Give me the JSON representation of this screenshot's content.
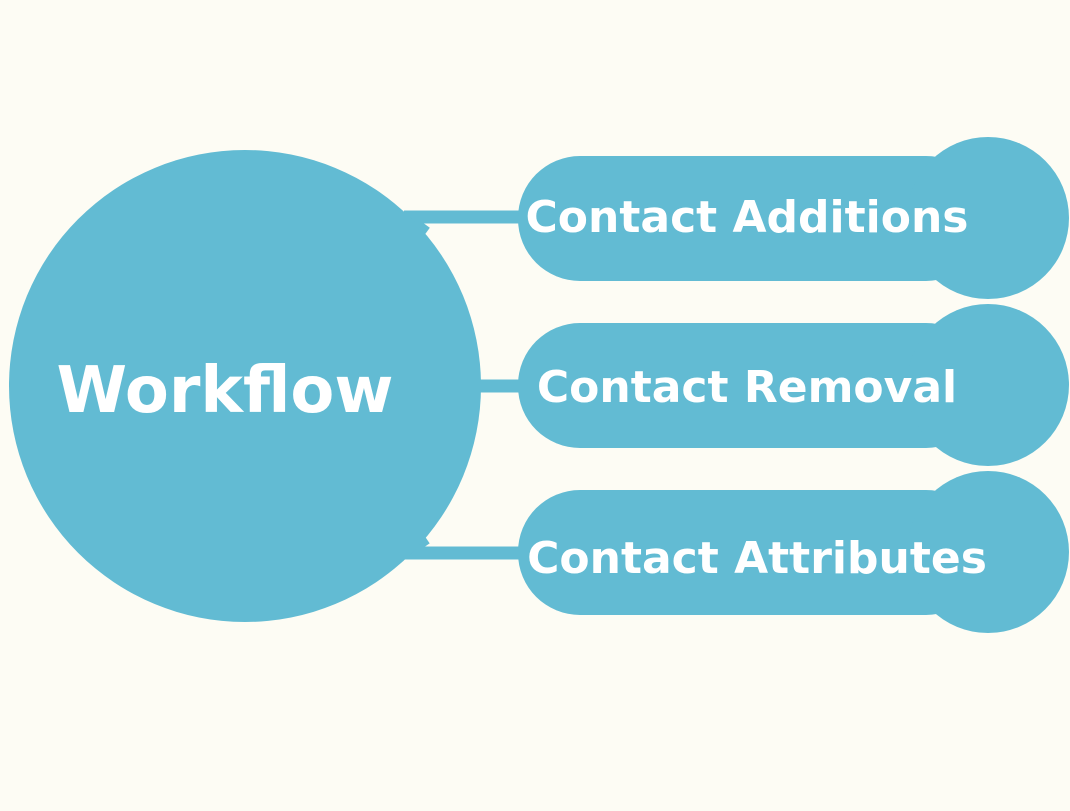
{
  "colors": {
    "background": "#FDFCF4",
    "accent": "#62BBD3",
    "text": "#FFFFFF"
  },
  "diagram": {
    "center": {
      "label": "Workflow"
    },
    "branches": [
      {
        "label": "Contact Additions"
      },
      {
        "label": "Contact Removal"
      },
      {
        "label": "Contact Attributes"
      }
    ]
  }
}
